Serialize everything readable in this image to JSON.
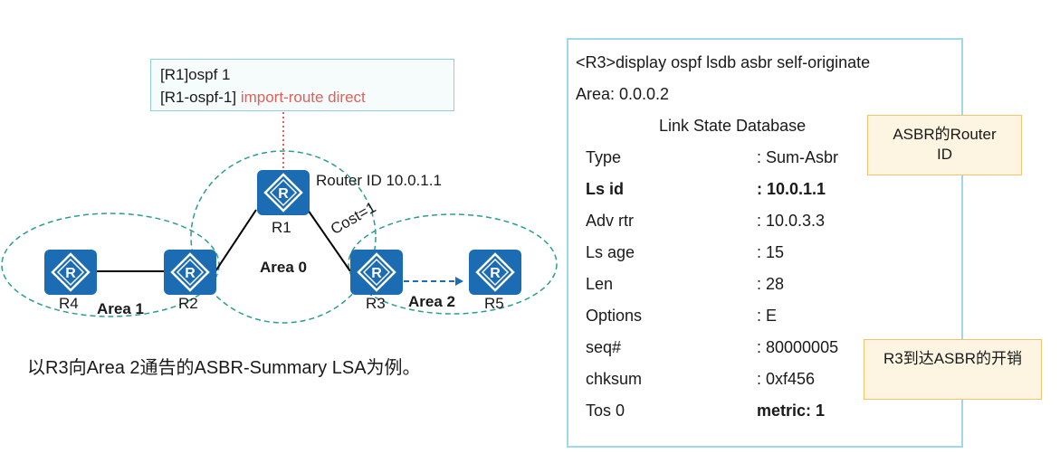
{
  "command_box": {
    "line1": "[R1]ospf 1",
    "line2_prefix": "[R1-ospf-1] ",
    "line2_highlight": "import-route direct"
  },
  "topology": {
    "router_id_label": "Router ID 10.0.1.1",
    "cost_label": "Cost=1",
    "routers": {
      "r1": "R1",
      "r2": "R2",
      "r3": "R3",
      "r4": "R4",
      "r5": "R5"
    },
    "areas": {
      "area0": "Area 0",
      "area1": "Area 1",
      "area2": "Area 2"
    },
    "router_glyph": "R"
  },
  "caption": "以R3向Area 2通告的ASBR-Summary LSA为例。",
  "lsdb": {
    "command": "<R3>display ospf lsdb asbr self-originate",
    "area": "Area: 0.0.0.2",
    "heading": "Link State Database",
    "rows": [
      {
        "key": "Type",
        "value": ": Sum-Asbr"
      },
      {
        "key": "Ls id",
        "value": ": 10.0.1.1"
      },
      {
        "key": "Adv rtr",
        "value": ": 10.0.3.3"
      },
      {
        "key": "Ls age",
        "value": ": 15"
      },
      {
        "key": "Len",
        "value": ": 28"
      },
      {
        "key": "Options",
        "value": ":  E"
      },
      {
        "key": "seq#",
        "value": ": 80000005"
      },
      {
        "key": "chksum",
        "value": ": 0xf456"
      },
      {
        "key": "Tos 0",
        "value": "metric: 1"
      }
    ]
  },
  "callouts": {
    "asbr_router_id": "ASBR的Router ID",
    "cost_to_asbr": "R3到达ASBR的开销"
  },
  "colors": {
    "router_fill": "#1c6cb4",
    "area_dash": "#2a9d8f",
    "highlight_red": "#e0605a",
    "panel_border": "#9fd8e8",
    "callout_fill": "#fdf4e1",
    "callout_border": "#f2c36b"
  }
}
